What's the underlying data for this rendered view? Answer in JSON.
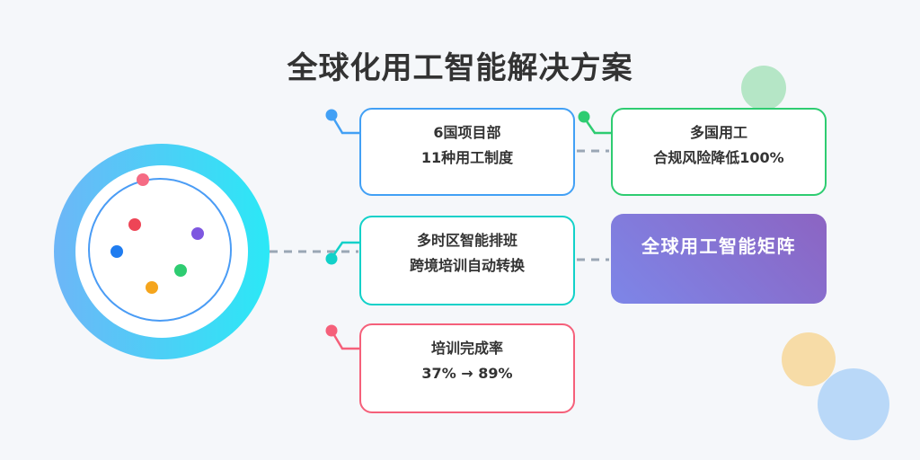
{
  "title": "全球化用工智能解决方案",
  "colors": {
    "background": "#f5f7fa",
    "title_text": "#333333",
    "box_text": "#333333",
    "blue_accent": "#42a0f5",
    "teal_accent": "#12d1c9",
    "pink_accent": "#f5607a",
    "green_accent": "#2ecc71",
    "dash_gray": "#9aa7b5",
    "ring_gradient_start": "#6db6f7",
    "ring_gradient_end": "#2be8f6",
    "ring_inner_stroke": "#4a9cf5",
    "matrix_gradient_start": "#7d86e8",
    "matrix_gradient_end": "#8c64c2",
    "matrix_text": "#ffffff",
    "deco_green": "#b5e6c6",
    "deco_orange": "#f7dca7",
    "deco_blue": "#b9d8f8",
    "dot_pink": "#f56b84",
    "dot_red": "#ee4556",
    "dot_purple": "#7e57e0",
    "dot_blue": "#1f7cf0",
    "dot_green": "#2ecc71",
    "dot_orange": "#f5a51d"
  },
  "globe": {
    "dots": [
      "pink",
      "red",
      "purple",
      "blue",
      "green",
      "orange"
    ]
  },
  "boxes": {
    "project": {
      "line1": "6国项目部",
      "line2": "11种用工制度"
    },
    "schedule": {
      "line1": "多时区智能排班",
      "line2": "跨境培训自动转换"
    },
    "training": {
      "line1": "培训完成率",
      "line2": "37% → 89%"
    },
    "compliance": {
      "line1": "多国用工",
      "line2": "合规风险降低100%"
    },
    "matrix": {
      "label": "全球用工智能矩阵"
    }
  }
}
